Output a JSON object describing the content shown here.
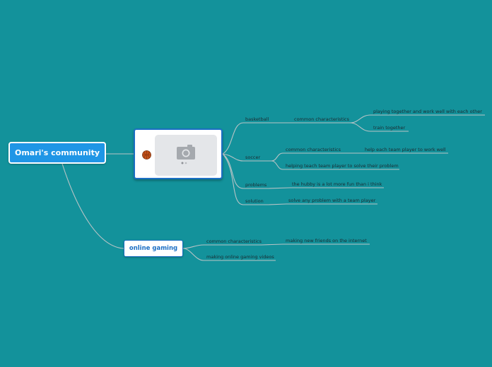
{
  "colors": {
    "background": "#13929b",
    "root_fill": "#1f96e6",
    "branch_line": "#b8c4c6",
    "node_border": "#1c6fc4"
  },
  "root": {
    "label": "Omari's community"
  },
  "image_node": {
    "placeholder_icon": "camera-icon",
    "marker_icon": "basketball-icon"
  },
  "branches": {
    "basketball": {
      "label": "basketball",
      "child": "common characteristics",
      "leaves": [
        "playing together and work well with each other",
        "train together"
      ]
    },
    "soccer": {
      "label": "soccer",
      "children": [
        "common characteristics",
        "helping teach team player to solve their problem"
      ],
      "leaf": "help each team player  to work well"
    },
    "problems": {
      "label": "problems",
      "leaf": "the hubby is a lot more fun than i think"
    },
    "solution": {
      "label": "solution",
      "leaf": "solve any problem with a team player"
    }
  },
  "gaming": {
    "label": "online gaming",
    "children": [
      "common characteristics",
      "making online gaming videos"
    ],
    "leaf": "making new friends  on the internet"
  }
}
